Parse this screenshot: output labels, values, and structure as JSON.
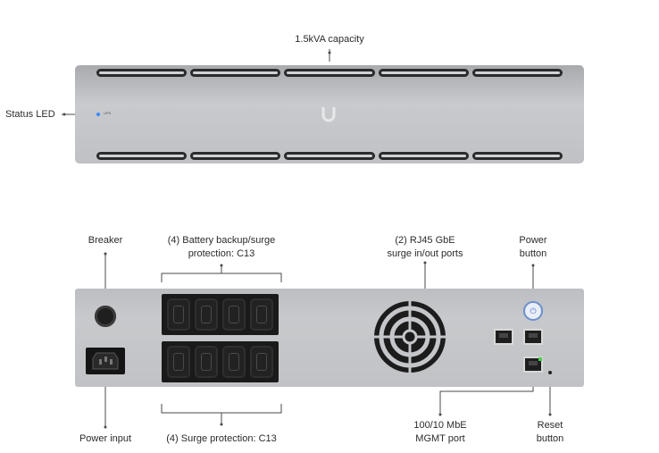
{
  "front": {
    "capacity_label": "1.5kVA capacity",
    "status_led_label": "Status LED",
    "led_color": "#3a8bff",
    "panel_mark_text": "UPS"
  },
  "back": {
    "breaker_label": "Breaker",
    "battery_outlets_label": [
      "(4) Battery backup/surge",
      "protection: C13"
    ],
    "rj45_label": [
      "(2) RJ45 GbE",
      "surge in/out ports"
    ],
    "power_button_label": [
      "Power",
      "button"
    ],
    "power_input_label": "Power input",
    "surge_outlets_label": "(4) Surge protection: C13",
    "mgmt_label": [
      "100/10 MbE",
      "MGMT port"
    ],
    "reset_label": [
      "Reset",
      "button"
    ],
    "power_button_glyph": "⏻"
  },
  "colors": {
    "chassis": "#c3c5c8",
    "port_black": "#1a1a1a",
    "power_button_glow": "#6f8fc9",
    "mgmt_led": "#4ad14a"
  }
}
